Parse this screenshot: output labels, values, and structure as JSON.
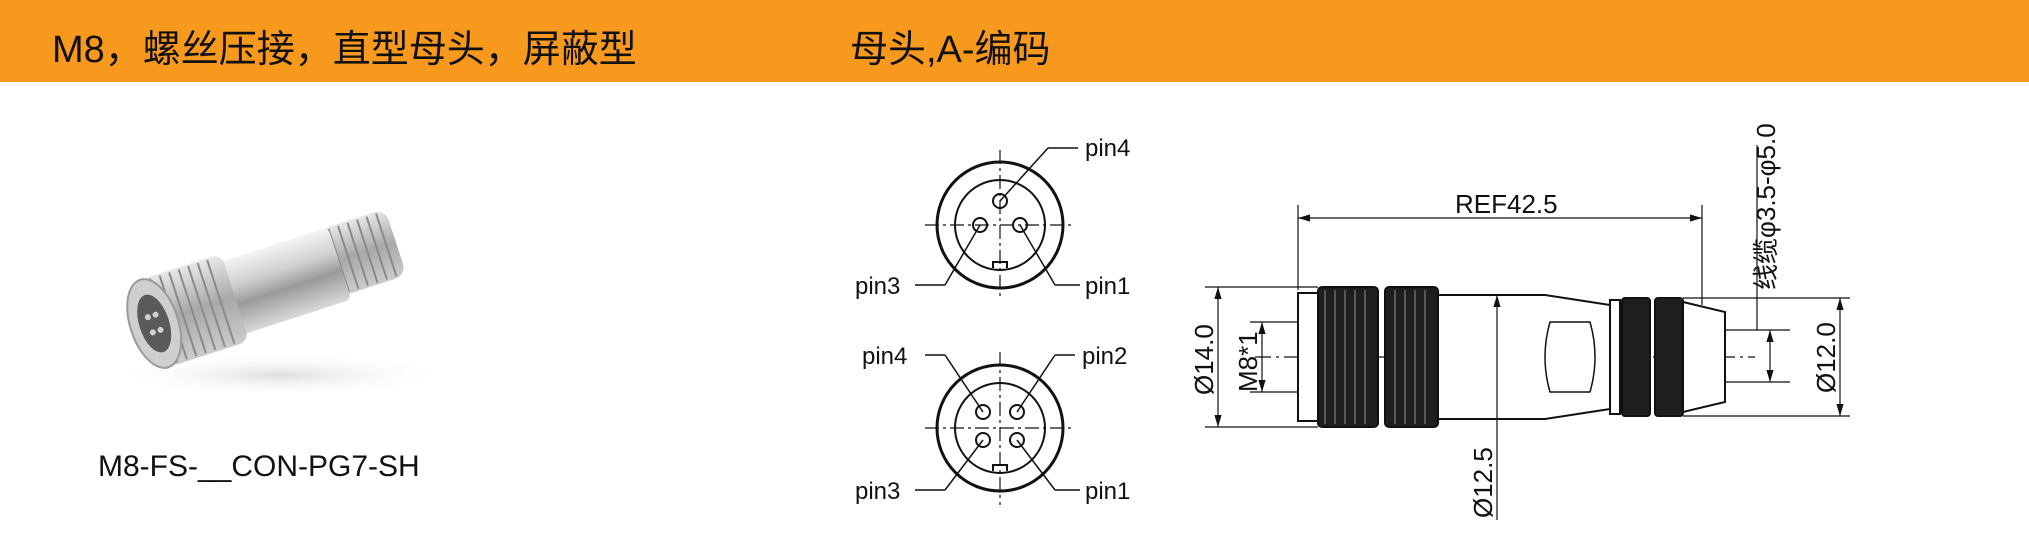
{
  "header": {
    "title": "M8，螺丝压接，直型母头，屏蔽型",
    "subtitle": "母头,A-编码",
    "accent_color": "#F7991C"
  },
  "product": {
    "model": "M8-FS-__CON-PG7-SH",
    "photo_icon": "connector-photo"
  },
  "pinout": {
    "three_pin": {
      "pin4": "pin4",
      "pin3": "pin3",
      "pin1": "pin1"
    },
    "four_pin": {
      "pin4": "pin4",
      "pin2": "pin2",
      "pin3": "pin3",
      "pin1": "pin1"
    }
  },
  "dimensions": {
    "ref_length": "REF42.5",
    "cable_range": "线缆φ3.5-φ5.0",
    "body_dia": "Ø14.0",
    "thread": "M8*1",
    "sleeve_dia": "Ø12.5",
    "nut_dia": "Ø12.0"
  }
}
